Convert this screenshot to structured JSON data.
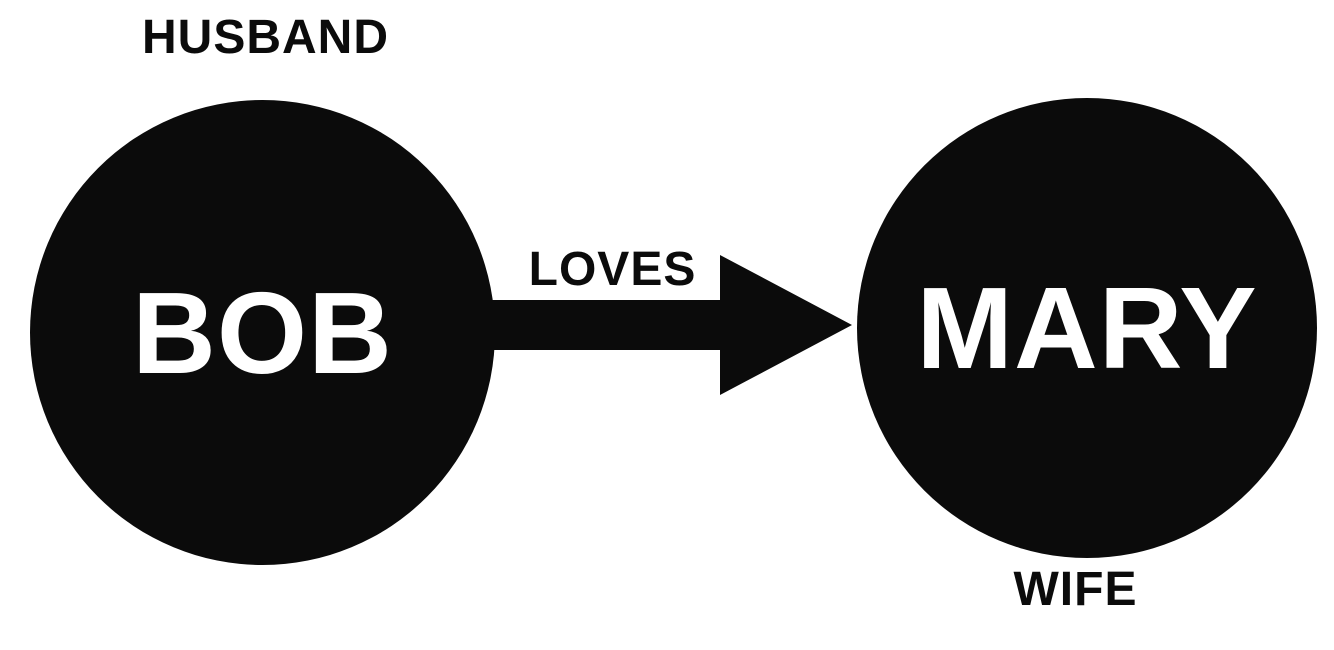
{
  "canvas": {
    "background": "#ffffff",
    "ink": "#0b0b0b",
    "text_on_ink": "#ffffff"
  },
  "nodes": {
    "bob": {
      "label": "BOB",
      "role": "HUSBAND"
    },
    "mary": {
      "label": "MARY",
      "role": "WIFE"
    }
  },
  "edge": {
    "label": "LOVES",
    "from": "BOB",
    "to": "MARY",
    "direction": "right"
  }
}
